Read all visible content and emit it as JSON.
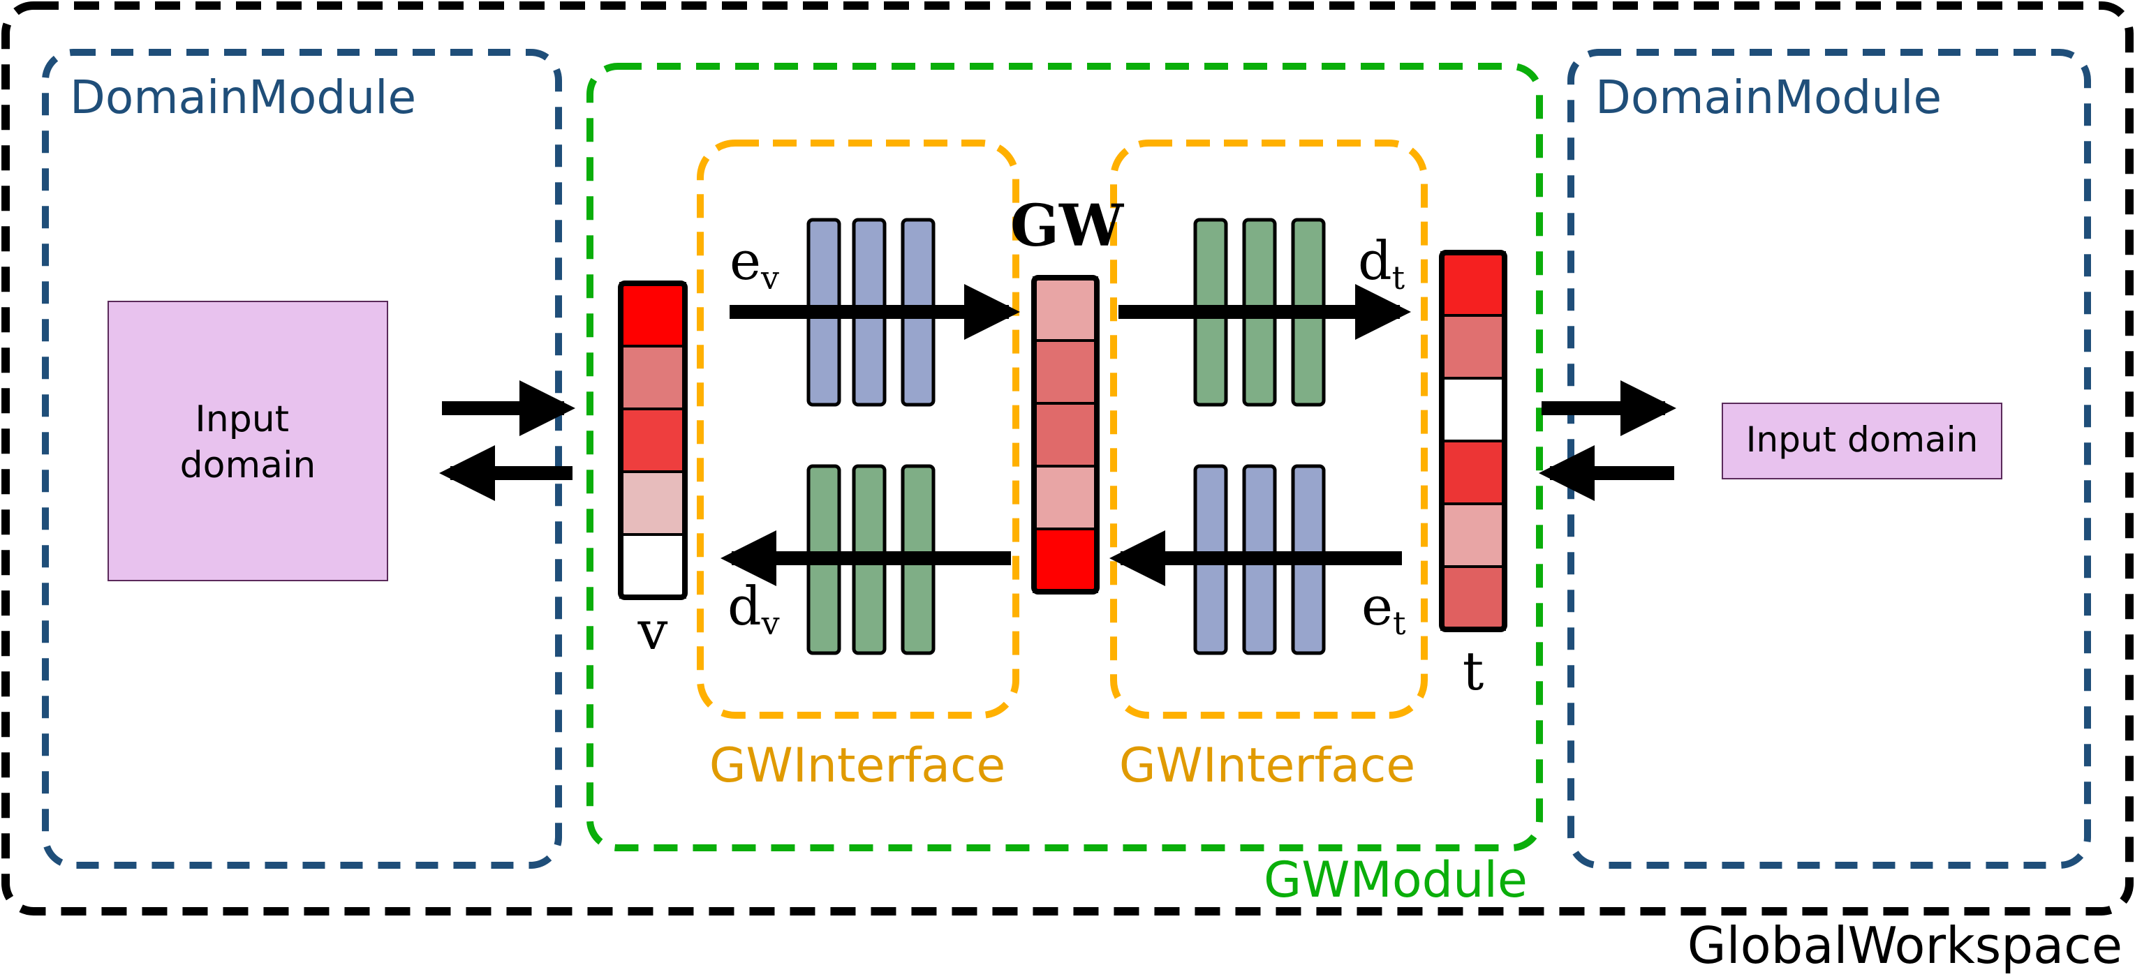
{
  "colors": {
    "global_border": "#000000",
    "domain_border": "#1f4e79",
    "gw_module_border": "#0aae0a",
    "interface_border": "#ffb000",
    "interface_label": "#e09a00",
    "input_domain_fill": "#e8c2ee",
    "encoder_fill": "#98a5cc",
    "decoder_fill": "#7fae86"
  },
  "labels": {
    "global_workspace": "GlobalWorkspace",
    "domain_module_left": "DomainModule",
    "domain_module_right": "DomainModule",
    "gw_module": "GWModule",
    "gw_interface_left": "GWInterface",
    "gw_interface_right": "GWInterface",
    "input_domain_left": "Input\ndomain",
    "input_domain_right": "Input domain",
    "gw": "GW",
    "v": "v",
    "t": "t",
    "e_v": {
      "base": "e",
      "sub": "v"
    },
    "d_v": {
      "base": "d",
      "sub": "v"
    },
    "d_t": {
      "base": "d",
      "sub": "t"
    },
    "e_t": {
      "base": "e",
      "sub": "t"
    }
  },
  "vectors": {
    "v": [
      "#ff0000",
      "#e07a7a",
      "#ee3e3e",
      "#e7bcbc",
      "#ffffff"
    ],
    "gw": [
      "#e8a5a5",
      "#e07070",
      "#e06a6a",
      "#e8a5a5",
      "#ff0000"
    ],
    "t": [
      "#f52020",
      "#e07070",
      "#ffffff",
      "#ec3535",
      "#e8a5a5",
      "#e06060"
    ]
  }
}
